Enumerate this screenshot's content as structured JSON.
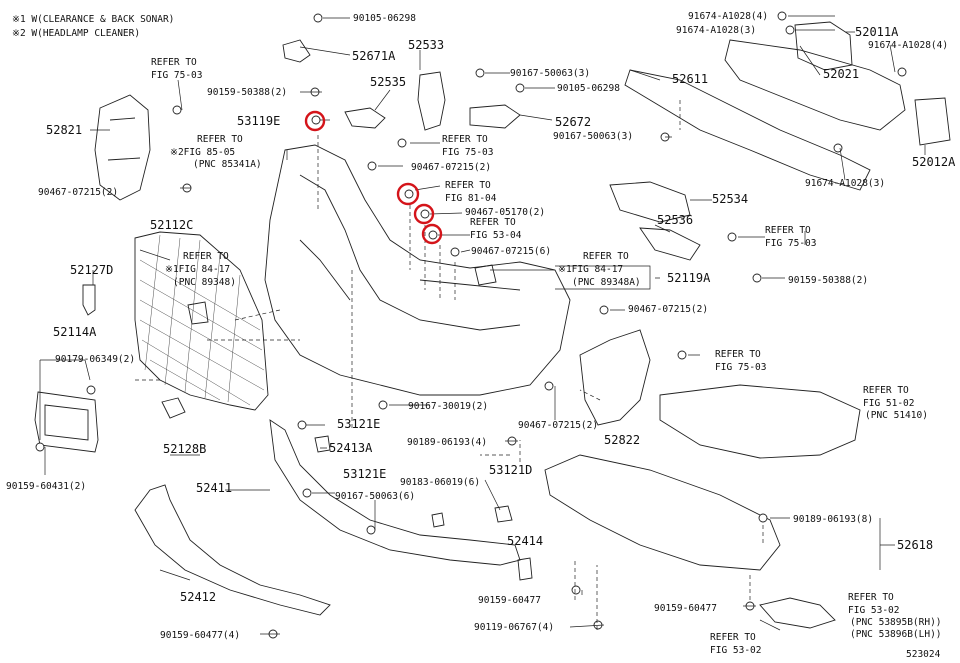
{
  "notes": [
    "※1 W(CLEARANCE & BACK SONAR)",
    "※2 W(HEADLAMP CLEANER)"
  ],
  "labels": [
    {
      "id": "p90105-06298a",
      "text": "90105-06298",
      "cls": "sm"
    },
    {
      "id": "p52671A",
      "text": "52671A",
      "cls": "big"
    },
    {
      "id": "p52533",
      "text": "52533",
      "cls": "big"
    },
    {
      "id": "p90167-50063-3a",
      "text": "90167-50063(3)",
      "cls": "sm"
    },
    {
      "id": "p90105-06298b",
      "text": "90105-06298",
      "cls": "sm"
    },
    {
      "id": "p91674-A1028-4",
      "text": "91674-A1028(4)",
      "cls": "sm"
    },
    {
      "id": "p91674-A1028-3a",
      "text": "91674-A1028(3)",
      "cls": "sm"
    },
    {
      "id": "p52011A",
      "text": "52011A",
      "cls": "big"
    },
    {
      "id": "p91674-A1028-4b",
      "text": "91674-A1028(4)",
      "cls": "sm"
    },
    {
      "id": "p52021",
      "text": "52021",
      "cls": "big"
    },
    {
      "id": "p52611",
      "text": "52611",
      "cls": "big"
    },
    {
      "id": "ref1a",
      "text": "REFER TO",
      "cls": "sm"
    },
    {
      "id": "ref1b",
      "text": "FIG 75-03",
      "cls": "sm"
    },
    {
      "id": "p90159-50388-2a",
      "text": "90159-50388(2)",
      "cls": "sm"
    },
    {
      "id": "p52535",
      "text": "52535",
      "cls": "big"
    },
    {
      "id": "p52821",
      "text": "52821",
      "cls": "big"
    },
    {
      "id": "p53119E",
      "text": "53119E",
      "cls": "big"
    },
    {
      "id": "ref2a",
      "text": "REFER TO",
      "cls": "sm"
    },
    {
      "id": "ref2b",
      "text": "※2FIG 85-05",
      "cls": "sm"
    },
    {
      "id": "ref2c",
      "text": "(PNC 85341A)",
      "cls": "sm"
    },
    {
      "id": "ref3a",
      "text": "REFER TO",
      "cls": "sm"
    },
    {
      "id": "ref3b",
      "text": "FIG 75-03",
      "cls": "sm"
    },
    {
      "id": "p52672",
      "text": "52672",
      "cls": "big"
    },
    {
      "id": "p90167-50063-3b",
      "text": "90167-50063(3)",
      "cls": "sm"
    },
    {
      "id": "p52012A",
      "text": "52012A",
      "cls": "big"
    },
    {
      "id": "p91674-A1028-3b",
      "text": "91674-A1028(3)",
      "cls": "sm"
    },
    {
      "id": "p90467-07215-2a",
      "text": "90467-07215(2)",
      "cls": "sm"
    },
    {
      "id": "p90467-07215-2b",
      "text": "90467-07215(2)",
      "cls": "sm"
    },
    {
      "id": "ref4a",
      "text": "REFER TO",
      "cls": "sm"
    },
    {
      "id": "ref4b",
      "text": "FIG 81-04",
      "cls": "sm"
    },
    {
      "id": "p90467-05170-2",
      "text": "90467-05170(2)",
      "cls": "sm"
    },
    {
      "id": "ref5a",
      "text": "REFER TO",
      "cls": "sm"
    },
    {
      "id": "ref5b",
      "text": "FIG 53-04",
      "cls": "sm"
    },
    {
      "id": "p52534",
      "text": "52534",
      "cls": "big"
    },
    {
      "id": "p52536",
      "text": "52536",
      "cls": "big"
    },
    {
      "id": "ref6a",
      "text": "REFER TO",
      "cls": "sm"
    },
    {
      "id": "ref6b",
      "text": "FIG 75-03",
      "cls": "sm"
    },
    {
      "id": "p52112C",
      "text": "52112C",
      "cls": "big"
    },
    {
      "id": "ref7a",
      "text": "REFER TO",
      "cls": "sm"
    },
    {
      "id": "ref7b",
      "text": "※1FIG 84-17",
      "cls": "sm"
    },
    {
      "id": "ref7c",
      "text": "(PNC 89348)",
      "cls": "sm"
    },
    {
      "id": "p90467-07215-6",
      "text": "90467-07215(6)",
      "cls": "sm"
    },
    {
      "id": "ref8a",
      "text": "REFER TO",
      "cls": "sm"
    },
    {
      "id": "ref8b",
      "text": "※1FIG 84-17",
      "cls": "sm"
    },
    {
      "id": "ref8c",
      "text": "(PNC 89348A)",
      "cls": "sm"
    },
    {
      "id": "p52119A",
      "text": "52119A",
      "cls": "big"
    },
    {
      "id": "p90159-50388-2b",
      "text": "90159-50388(2)",
      "cls": "sm"
    },
    {
      "id": "p52127D",
      "text": "52127D",
      "cls": "big"
    },
    {
      "id": "p90467-07215-2c",
      "text": "90467-07215(2)",
      "cls": "sm"
    },
    {
      "id": "p52114A",
      "text": "52114A",
      "cls": "big"
    },
    {
      "id": "p90179-06349-2",
      "text": "90179-06349(2)",
      "cls": "sm"
    },
    {
      "id": "ref9a",
      "text": "REFER TO",
      "cls": "sm"
    },
    {
      "id": "ref9b",
      "text": "FIG 75-03",
      "cls": "sm"
    },
    {
      "id": "ref10a",
      "text": "REFER TO",
      "cls": "sm"
    },
    {
      "id": "ref10b",
      "text": "FIG 51-02",
      "cls": "sm"
    },
    {
      "id": "ref10c",
      "text": "(PNC 51410)",
      "cls": "sm"
    },
    {
      "id": "p90167-30019-2",
      "text": "90167-30019(2)",
      "cls": "sm"
    },
    {
      "id": "p53121E-a",
      "text": "53121E",
      "cls": "big"
    },
    {
      "id": "p90467-07215-2d",
      "text": "90467-07215(2)",
      "cls": "sm"
    },
    {
      "id": "p52822",
      "text": "52822",
      "cls": "big"
    },
    {
      "id": "p52128B",
      "text": "52128B",
      "cls": "big"
    },
    {
      "id": "p52413A",
      "text": "52413A",
      "cls": "big"
    },
    {
      "id": "p90189-06193-4",
      "text": "90189-06193(4)",
      "cls": "sm"
    },
    {
      "id": "p90159-60431-2",
      "text": "90159-60431(2)",
      "cls": "sm"
    },
    {
      "id": "p52411",
      "text": "52411",
      "cls": "big"
    },
    {
      "id": "p53121E-b",
      "text": "53121E",
      "cls": "big"
    },
    {
      "id": "p90183-06019-6",
      "text": "90183-06019(6)",
      "cls": "sm"
    },
    {
      "id": "p53121D",
      "text": "53121D",
      "cls": "big"
    },
    {
      "id": "p90167-50063-6",
      "text": "90167-50063(6)",
      "cls": "sm"
    },
    {
      "id": "p90189-06193-8",
      "text": "90189-06193(8)",
      "cls": "sm"
    },
    {
      "id": "p52618",
      "text": "52618",
      "cls": "big"
    },
    {
      "id": "p52414",
      "text": "52414",
      "cls": "big"
    },
    {
      "id": "p52412",
      "text": "52412",
      "cls": "big"
    },
    {
      "id": "p90159-60477a",
      "text": "90159-60477",
      "cls": "sm"
    },
    {
      "id": "p90159-60477b",
      "text": "90159-60477",
      "cls": "sm"
    },
    {
      "id": "ref11a",
      "text": "REFER TO",
      "cls": "sm"
    },
    {
      "id": "ref11b",
      "text": "FIG 53-02",
      "cls": "sm"
    },
    {
      "id": "ref11c",
      "text": "(PNC 53895B(RH))",
      "cls": "sm"
    },
    {
      "id": "ref11d",
      "text": "(PNC 53896B(LH))",
      "cls": "sm"
    },
    {
      "id": "p90119-06767-4",
      "text": "90119-06767(4)",
      "cls": "sm"
    },
    {
      "id": "p90159-60477-4",
      "text": "90159-60477(4)",
      "cls": "sm"
    },
    {
      "id": "ref12a",
      "text": "REFER TO",
      "cls": "sm"
    },
    {
      "id": "ref12b",
      "text": "FIG 53-02",
      "cls": "sm"
    }
  ],
  "figure_number": "523024",
  "highlight_color": "#d4141a"
}
